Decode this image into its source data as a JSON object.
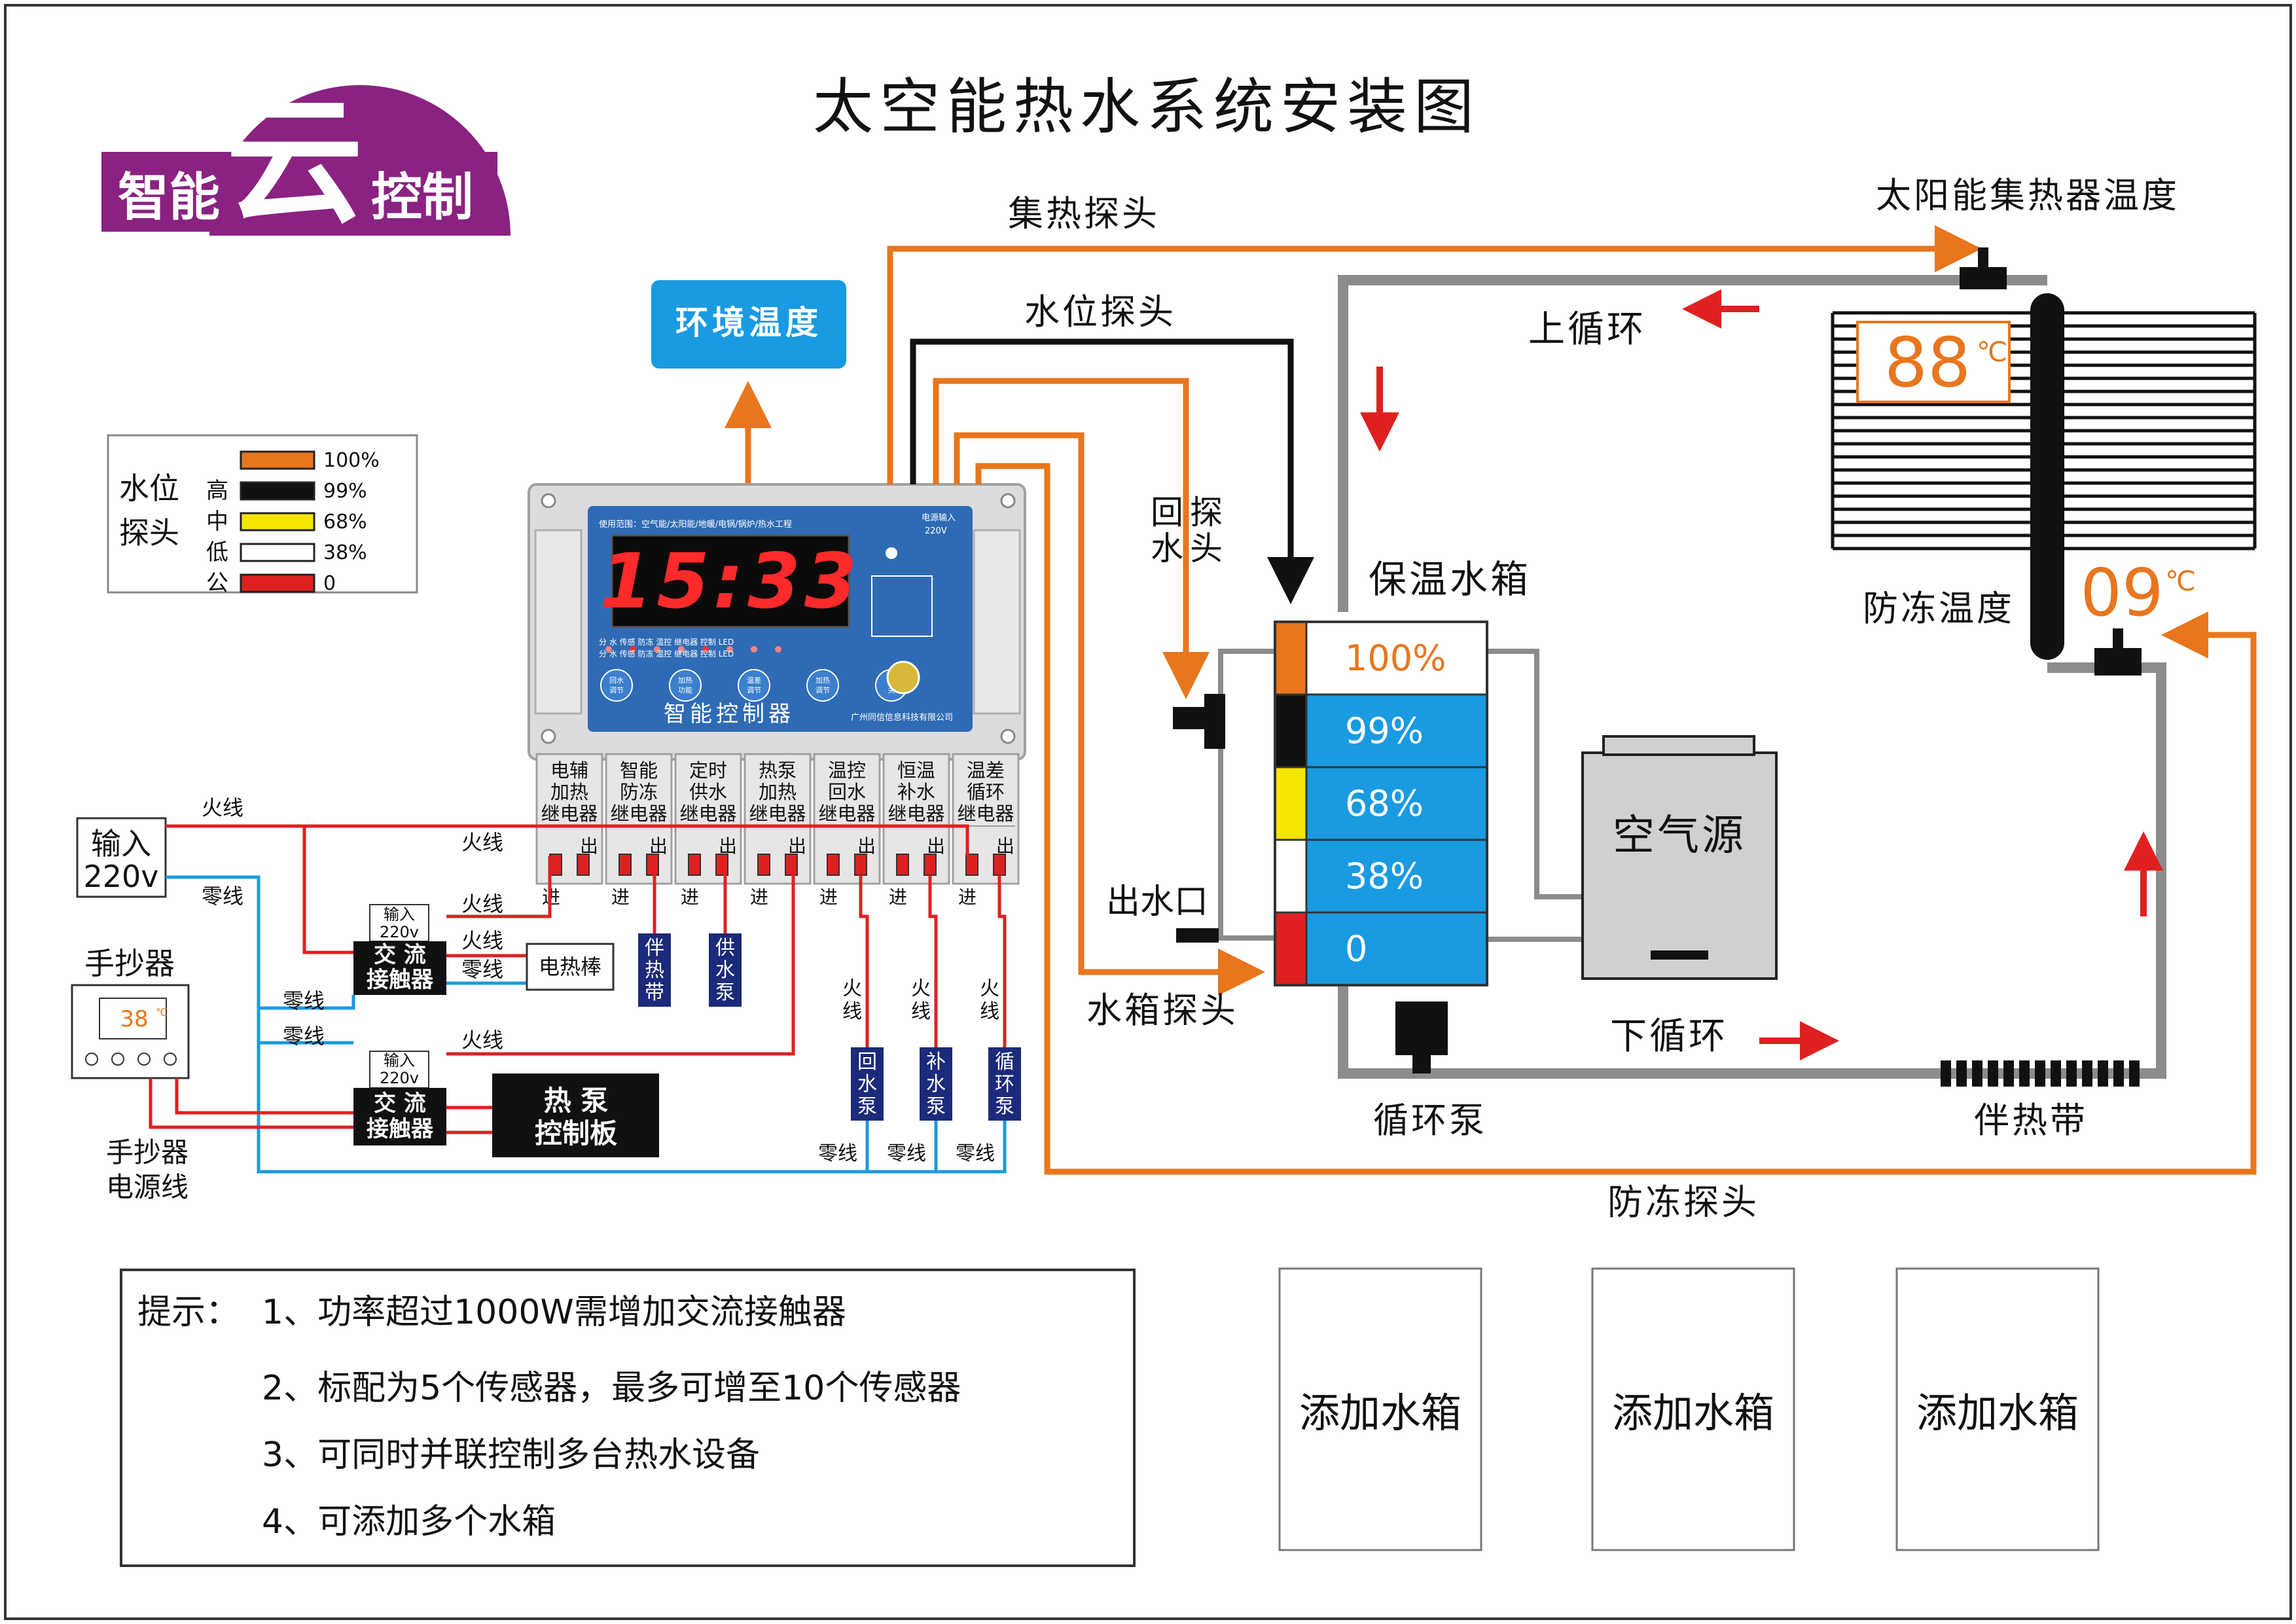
{
  "logo": {
    "big_char": "云",
    "left_text": "智能",
    "right_text": "控制"
  },
  "title": "太空能热水系统安装图",
  "labels": {
    "env_temp": "环境温度",
    "collector_probe": "集热探头",
    "level_probe": "水位探头",
    "return_probe": [
      "回探",
      "水头"
    ],
    "tank_probe": "水箱探头",
    "antifreeze_probe": "防冻探头",
    "tank": "保温水箱",
    "outlet": "出水口",
    "air_source": "空气源",
    "upper_cycle": "上循环",
    "lower_cycle": "下循环",
    "circ_pump": "循环泵",
    "heat_trace": "伴热带",
    "solar_temp": "太阳能集热器温度",
    "antifreeze_temp": "防冻温度",
    "input": [
      "输入",
      "220v"
    ],
    "manual": "手抄器",
    "manual_power": [
      "手抄器",
      "电源线"
    ],
    "fire_wire": "火线",
    "zero_wire": "零线",
    "in": "进",
    "out": "出",
    "input220": [
      "输入",
      "220v"
    ],
    "contactor": [
      "交  流",
      "接触器"
    ],
    "heater_rod": "电热棒",
    "heatpump_board": [
      "热  泵",
      "控制板"
    ],
    "pump_heat_trace": [
      "伴",
      "热",
      "带"
    ],
    "pump_supply": [
      "供",
      "水",
      "泵"
    ],
    "pump_return": [
      "回",
      "水",
      "泵"
    ],
    "pump_makeup": [
      "补",
      "水",
      "泵"
    ],
    "pump_circ": [
      "循",
      "环",
      "泵"
    ]
  },
  "legend": {
    "title": [
      "水位",
      "探头"
    ],
    "rows": [
      {
        "tag": "",
        "color": "#e8761e",
        "value": "100%"
      },
      {
        "tag": "高",
        "color": "#111111",
        "value": "99%"
      },
      {
        "tag": "中",
        "color": "#f5e600",
        "value": "68%"
      },
      {
        "tag": "低",
        "color": "#ffffff",
        "value": "38%"
      },
      {
        "tag": "公",
        "color": "#e02020",
        "value": "0"
      }
    ]
  },
  "controller": {
    "display_time": "15:33",
    "usage_text": "使用范围：空气能/太阳能/地暖/电锅/锅炉/热水工程",
    "power_text": [
      "电源输入",
      "220V"
    ],
    "name": "智能控制器",
    "maker": "广州同信信息科技有限公司",
    "buttons": [
      "回水调节",
      "加热功能",
      "温差调节",
      "加热调节",
      "开关"
    ],
    "indicator_text": "分 水 传感  防冻 温控 继电器 控制 LED"
  },
  "relays": [
    [
      "电辅",
      "加热",
      "继电器"
    ],
    [
      "智能",
      "防冻",
      "继电器"
    ],
    [
      "定时",
      "供水",
      "继电器"
    ],
    [
      "热泵",
      "加热",
      "继电器"
    ],
    [
      "温控",
      "回水",
      "继电器"
    ],
    [
      "恒温",
      "补水",
      "继电器"
    ],
    [
      "温差",
      "循环",
      "继电器"
    ]
  ],
  "tank_levels": [
    "100%",
    "99%",
    "68%",
    "38%",
    "0"
  ],
  "readings": {
    "collector_temp": "88",
    "antifreeze_temp": "09",
    "unit": "℃",
    "manual_temp": "38",
    "manual_unit": "℃"
  },
  "notes": {
    "prefix": "提示：",
    "items": [
      "1、功率超过1000W需增加交流接触器",
      "2、标配为5个传感器，最多可增至10个传感器",
      "3、可同时并联控制多台热水设备",
      "4、可添加多个水箱"
    ]
  },
  "add_tanks": [
    "添加水箱",
    "添加水箱",
    "添加水箱"
  ],
  "colors": {
    "orange": "#e8761e",
    "blue": "#1a9ae0",
    "red": "#e02020",
    "gray": "#8c8c8c",
    "purple": "#8a2281",
    "navy": "#1b2a7a"
  }
}
